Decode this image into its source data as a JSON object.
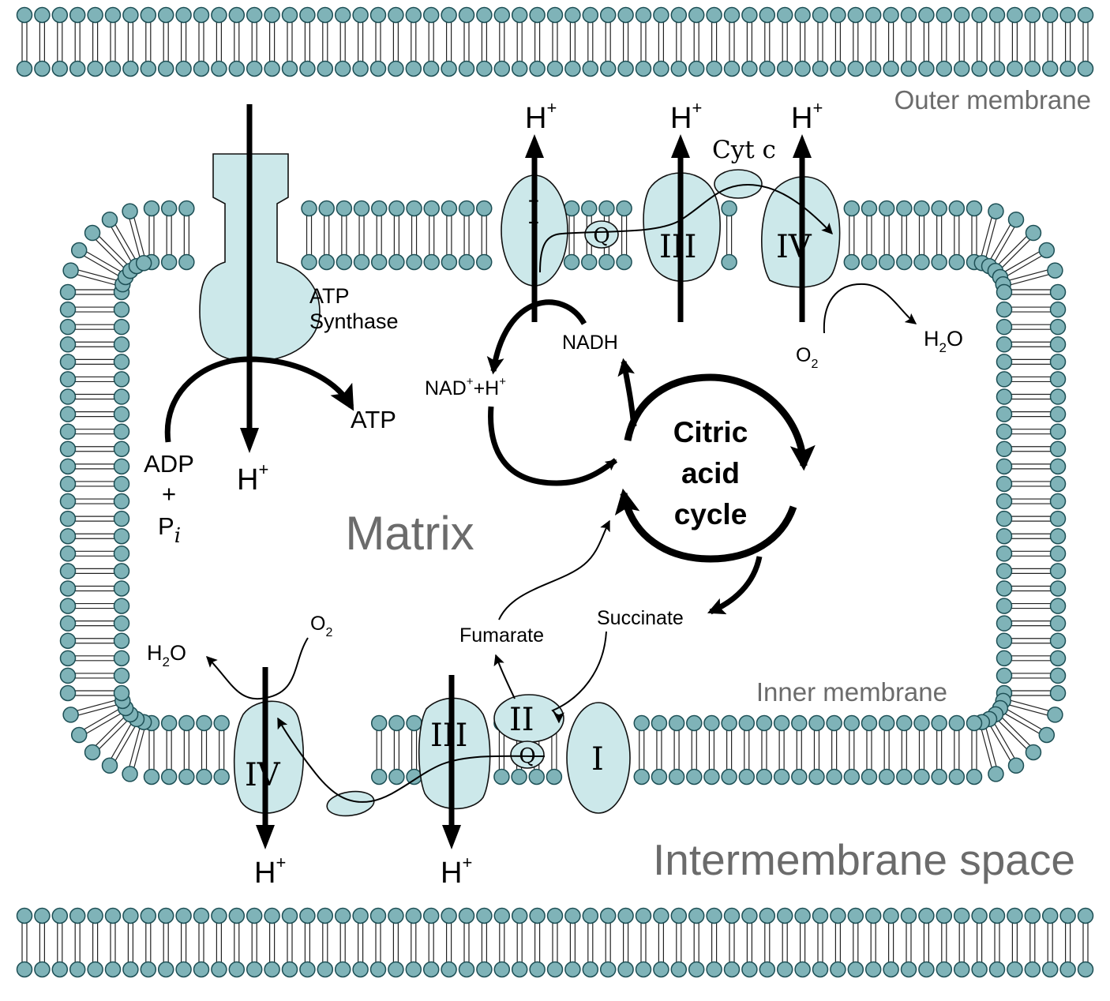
{
  "regions": {
    "outer_membrane": "Outer membrane",
    "inner_membrane": "Inner membrane",
    "matrix": "Matrix",
    "intermembrane_space": "Intermembrane space"
  },
  "atp_synthase": {
    "label_line1": "ATP",
    "label_line2": "Synthase",
    "proton": "H",
    "proton_charge": "+",
    "adp": "ADP",
    "plus": "+",
    "pi_base": "P",
    "pi_sub": "i",
    "atp": "ATP"
  },
  "top_chain": {
    "complex_1": "I",
    "complex_3": "III",
    "complex_4": "IV",
    "quinone": "Q",
    "cytc": "Cyt c",
    "proton": "H",
    "proton_charge": "+",
    "nadh": "NADH",
    "nad_part1": "NAD",
    "nad_sup": "+",
    "nad_part2": "+H",
    "nad_sup2": "+",
    "water_h": "H",
    "water_sub": "2",
    "water_o": "O",
    "oxygen_o": "O",
    "oxygen_sub": "2"
  },
  "cycle": {
    "line1": "Citric",
    "line2": "acid",
    "line3": "cycle",
    "succinate": "Succinate",
    "fumarate": "Fumarate"
  },
  "bottom_chain": {
    "complex_1": "I",
    "complex_2": "II",
    "complex_3": "III",
    "complex_4": "IV",
    "quinone": "Q",
    "proton": "H",
    "proton_charge": "+",
    "water_h": "H",
    "water_sub": "2",
    "water_o": "O",
    "oxygen_o": "O",
    "oxygen_sub": "2"
  },
  "colors": {
    "lipid_head": "#7fb3b8",
    "protein": "#cce8ea",
    "region_text": "#6b6b6b"
  }
}
